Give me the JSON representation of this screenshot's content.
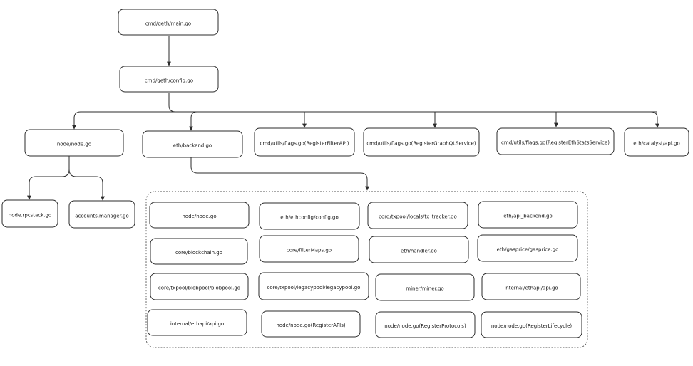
{
  "nodes": {
    "main": "cmd/geth/main.go",
    "config": "cmd/geth/config.go",
    "node": "node/node.go",
    "backend": "eth/backend.go",
    "filter_api": "cmd/utils/flags.go(RegisterFilterAPI)",
    "graphql": "cmd/utils/flags.go(RegisterGraphQLService)",
    "ethstats": "cmd/utils/flags.go(RegisterEthStatsService)",
    "catalyst": "eth/catalyst/api.go",
    "rpcstack": "node.rpcstack.go",
    "accounts": "accounts.manager.go"
  },
  "group": [
    "node/node.go",
    "eth/ethconfig/config.go",
    "cord/txpool/locals/tx_tracker.go",
    "eth/api_backend.go",
    "core/blockchain.go",
    "core/filterMaps.go",
    "eth/handler.go",
    "eth/gasprice/gasprice.go",
    "core/txpool/blobpool/blobpool.go",
    "core/txpool/legacypool/legacypool.go",
    "miner/miner.go",
    "internal/ethapi/api.go",
    "internal/ethapi/api.go",
    "node/node.go(RegisterAPIs)",
    "node/node.go(RegisterProtocols)",
    "node/node.go(RegisterLifecycle)"
  ]
}
